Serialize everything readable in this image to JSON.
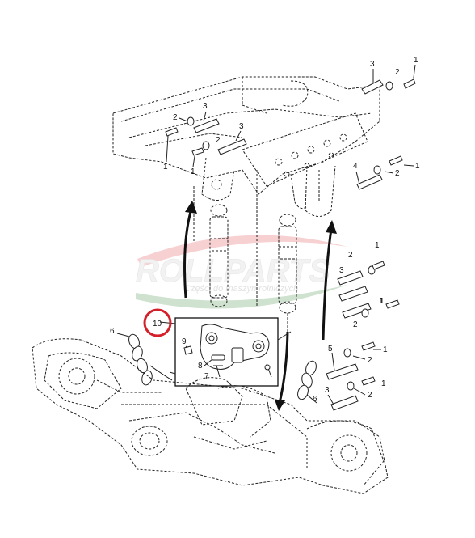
{
  "diagram": {
    "callouts": [
      {
        "id": "c-1a",
        "text": "1"
      },
      {
        "id": "c-2a",
        "text": "2"
      },
      {
        "id": "c-3a",
        "text": "3"
      },
      {
        "id": "c-3b",
        "text": "3"
      },
      {
        "id": "c-2b",
        "text": "2"
      },
      {
        "id": "c-3c",
        "text": "3"
      },
      {
        "id": "c-2c",
        "text": "2"
      },
      {
        "id": "c-1b",
        "text": "1"
      },
      {
        "id": "c-1c",
        "text": "1"
      },
      {
        "id": "c-1d",
        "text": "1"
      },
      {
        "id": "c-4a",
        "text": "4"
      },
      {
        "id": "c-2d",
        "text": "2"
      },
      {
        "id": "c-1e",
        "text": "1"
      },
      {
        "id": "c-1f",
        "text": "1"
      },
      {
        "id": "c-2e",
        "text": "2"
      },
      {
        "id": "c-3d",
        "text": "3"
      },
      {
        "id": "c-1g",
        "text": "1"
      },
      {
        "id": "c-2f",
        "text": "2"
      },
      {
        "id": "c-6a",
        "text": "6"
      },
      {
        "id": "c-10",
        "text": "10"
      },
      {
        "id": "c-9",
        "text": "9"
      },
      {
        "id": "c-8",
        "text": "8"
      },
      {
        "id": "c-7",
        "text": "7"
      },
      {
        "id": "c-1h",
        "text": "1"
      },
      {
        "id": "c-5",
        "text": "5"
      },
      {
        "id": "c-2g",
        "text": "2"
      },
      {
        "id": "c-1i",
        "text": "1"
      },
      {
        "id": "c-3e",
        "text": "3"
      },
      {
        "id": "c-2h",
        "text": "2"
      },
      {
        "id": "c-6b",
        "text": "6"
      }
    ],
    "highlight_color": "#d3202a"
  },
  "watermark": {
    "brand": "ROLLPARTS",
    "tagline": "Części do maszyn rolniczych",
    "swoosh_top_color": "#e0424a",
    "swoosh_bottom_color": "#3f8a3f"
  }
}
